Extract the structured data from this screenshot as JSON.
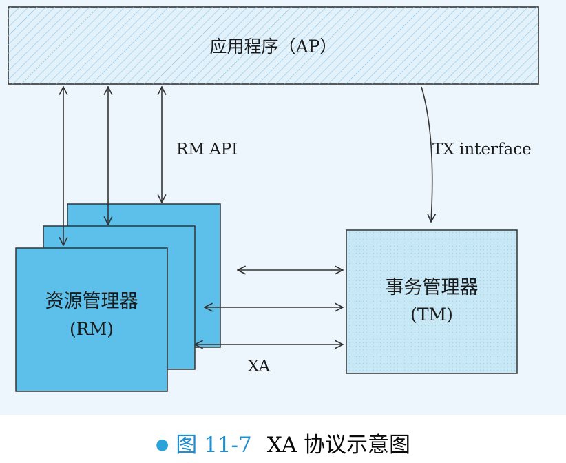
{
  "application": {
    "label": "应用程序（AP）"
  },
  "rm_api": {
    "label": "RM API"
  },
  "tx_interface": {
    "label": "TX interface"
  },
  "resource_manager": {
    "name": "资源管理器",
    "abbr": "(RM)"
  },
  "transaction_manager": {
    "name": "事务管理器",
    "abbr": "(TM)"
  },
  "xa": {
    "label": "XA"
  },
  "caption": {
    "figure_number": "图 11-7",
    "title": "XA 协议示意图"
  },
  "colors": {
    "panel_bg": "#edf6fd",
    "rm_fill": "#5cc0ea",
    "tm_fill": "#c9e8f6",
    "app_fill": "#e3f1fb",
    "stroke": "#333333",
    "caption_accent": "#1f8fcf"
  }
}
